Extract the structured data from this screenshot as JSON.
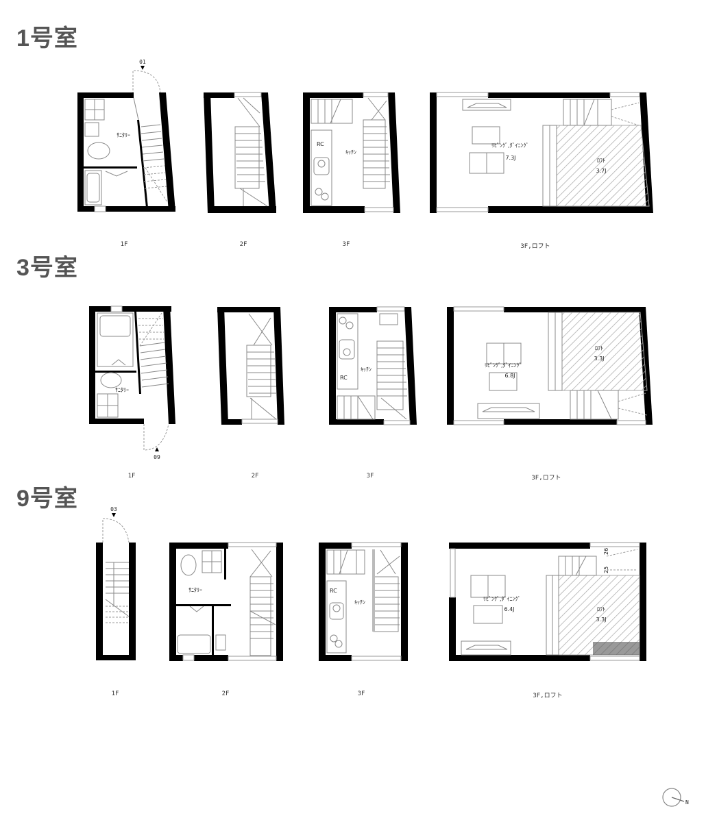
{
  "units": [
    {
      "title": "1号室",
      "entry_marker": "01",
      "floors": [
        {
          "label": "1F",
          "rooms": [
            "サニタリー"
          ]
        },
        {
          "label": "2F",
          "rooms": []
        },
        {
          "label": "3F",
          "rooms": [
            "キッチン"
          ],
          "fixtures": [
            "ref-label"
          ]
        },
        {
          "label": "3F,ロフト",
          "rooms": [
            "リビング,ダイニング",
            "ロフト"
          ],
          "areas": [
            "7.3J",
            "3.7J"
          ]
        }
      ]
    },
    {
      "title": "3号室",
      "entry_marker": "09",
      "floors": [
        {
          "label": "1F",
          "rooms": [
            "サニタリー"
          ]
        },
        {
          "label": "2F",
          "rooms": []
        },
        {
          "label": "3F",
          "rooms": [
            "キッチン"
          ]
        },
        {
          "label": "3F,ロフト",
          "rooms": [
            "リビング,ダイニング",
            "ロフト"
          ],
          "areas": [
            "6.8J",
            "3.3J"
          ]
        }
      ]
    },
    {
      "title": "9号室",
      "entry_marker": "03",
      "floors": [
        {
          "label": "1F",
          "rooms": []
        },
        {
          "label": "2F",
          "rooms": [
            "サニタリー"
          ]
        },
        {
          "label": "3F",
          "rooms": [
            "キッチン"
          ]
        },
        {
          "label": "3F,ロフト",
          "rooms": [
            "リビング,ダイニング",
            "ロフト"
          ],
          "areas": [
            "6.4J",
            "3.3J"
          ],
          "stair_numbers": [
            "25",
            "26"
          ]
        }
      ]
    }
  ],
  "text": {
    "sanitary": "ｻﾆﾀﾘｰ",
    "kitchen": "ｷｯﾁﾝ",
    "living": "ﾘﾋﾞﾝｸﾞ,ﾀﾞｲﾆﾝｸﾞ",
    "loft": "ﾛﾌﾄ",
    "ref": "RC"
  },
  "compass": {
    "label": "N"
  }
}
